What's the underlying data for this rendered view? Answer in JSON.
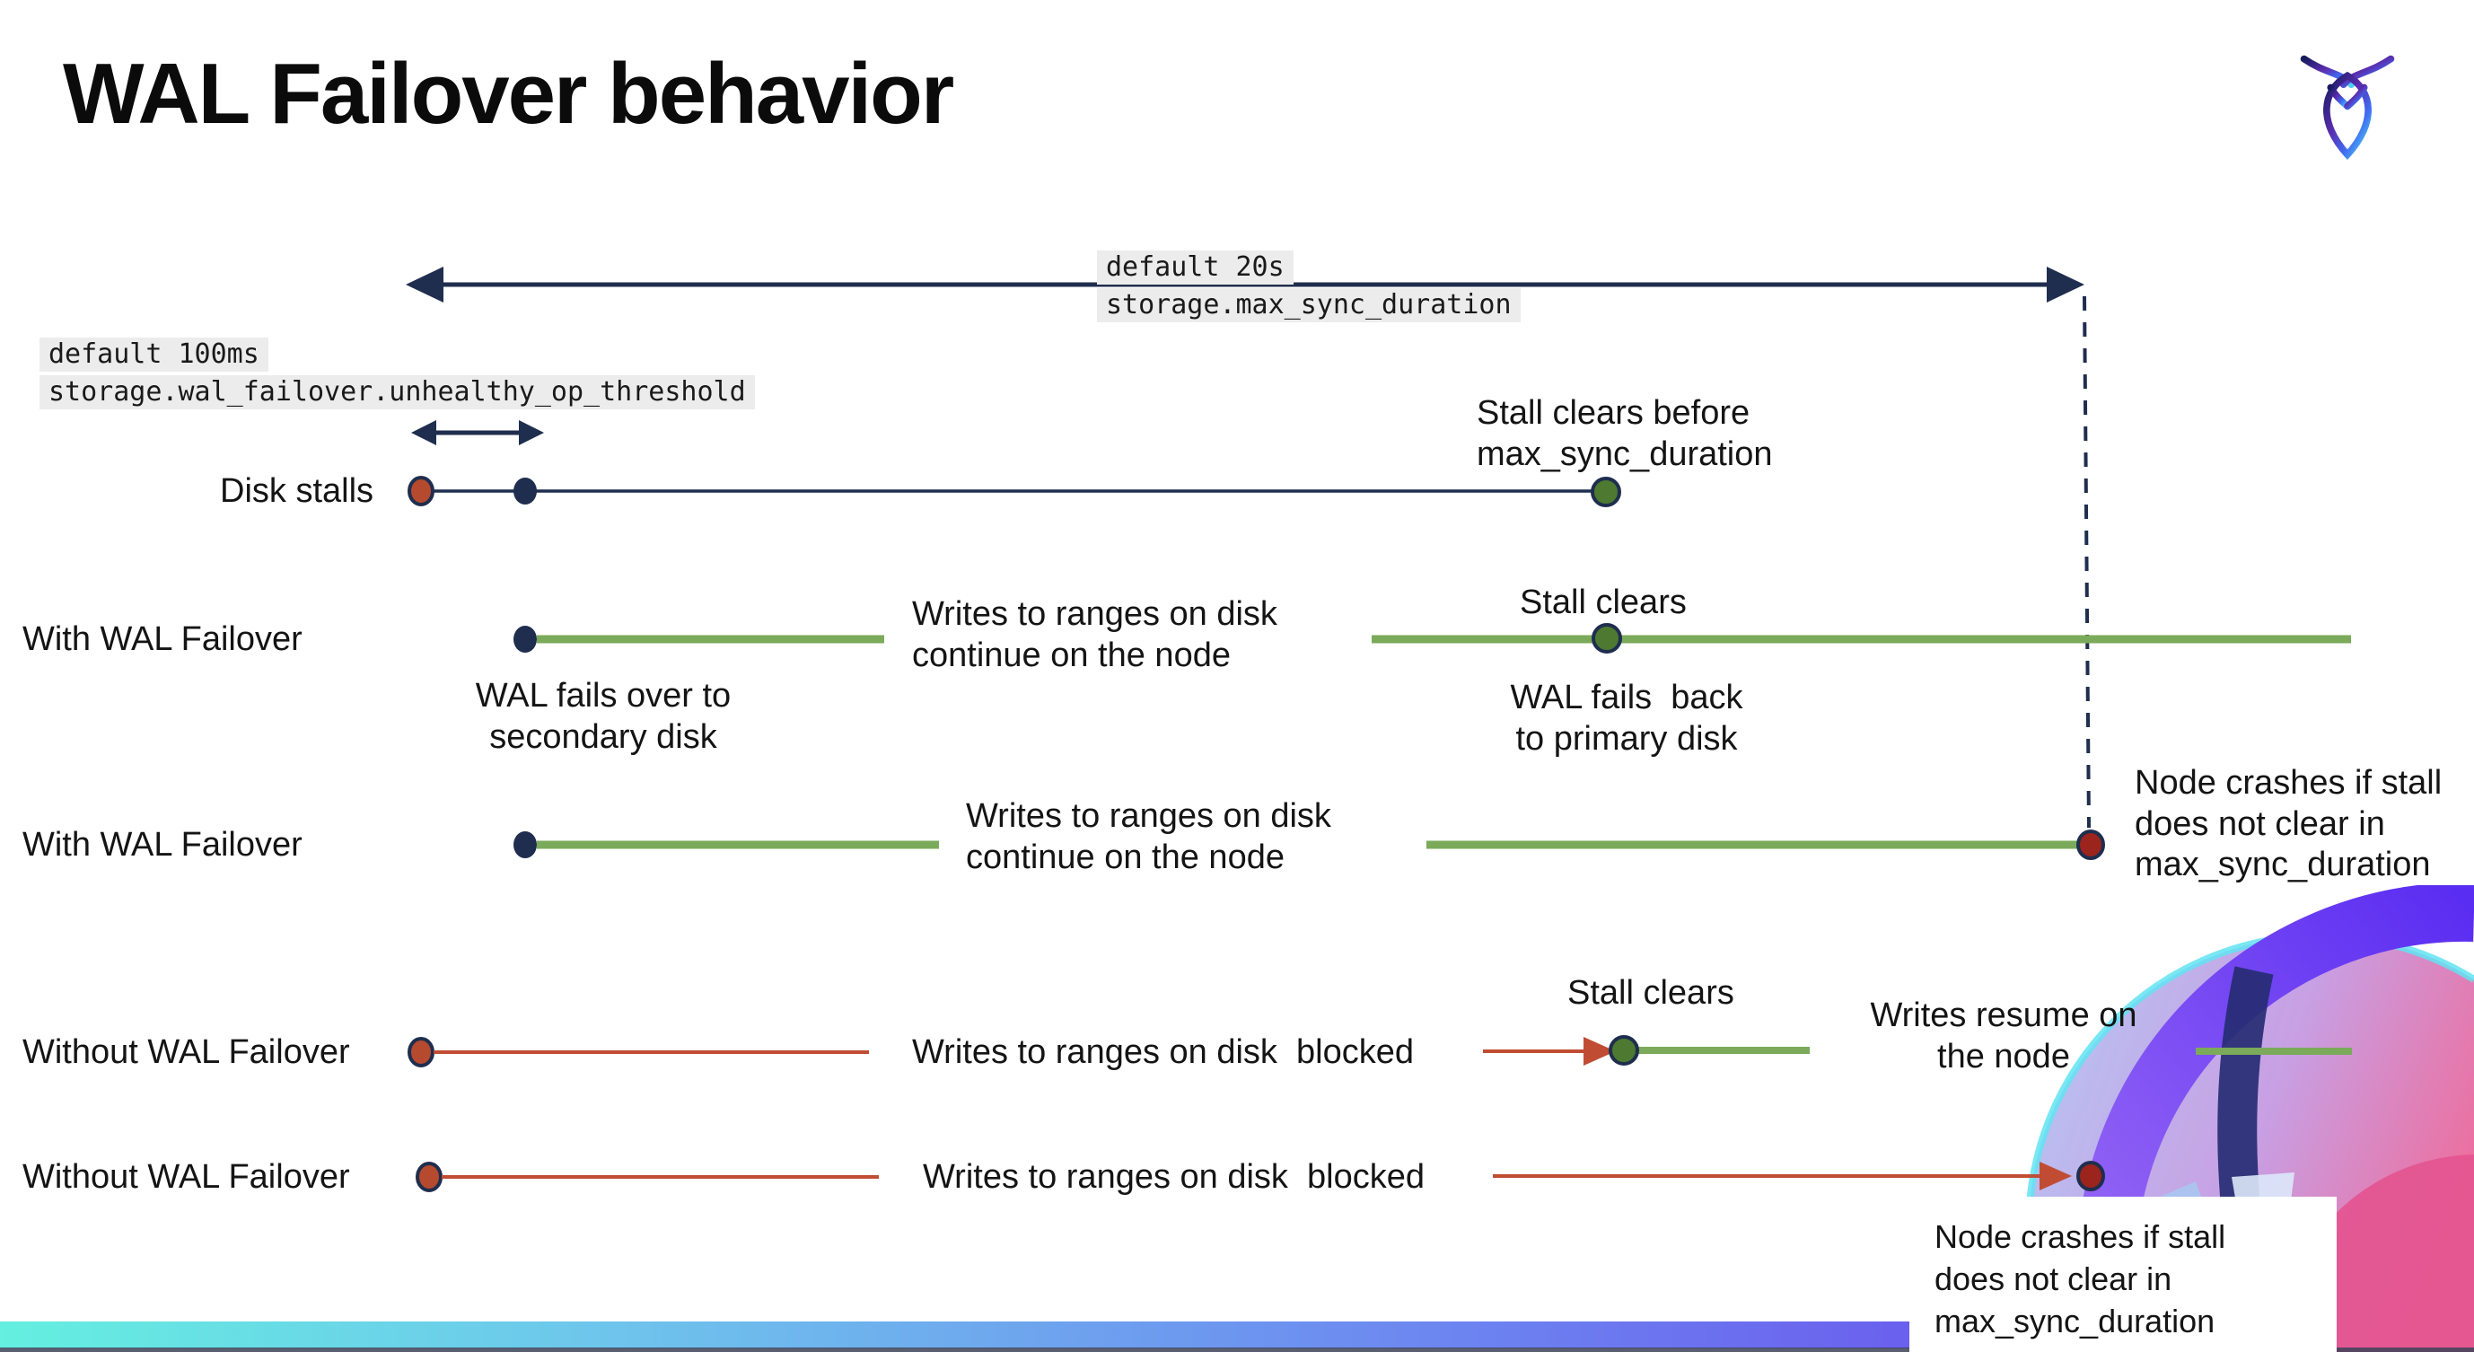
{
  "title": "WAL Failover behavior",
  "icons": {
    "logo": "cockroachdb-logo"
  },
  "settings": {
    "max_sync_duration": {
      "default_label": "default 20s",
      "setting_name": "storage.max_sync_duration"
    },
    "unhealthy_op_threshold": {
      "default_label": "default 100ms",
      "setting_name": "storage.wal_failover.unhealthy_op_threshold"
    }
  },
  "rows": {
    "disk_stalls": {
      "label": "Disk stalls",
      "stall_clears_note": "Stall clears before\nmax_sync_duration"
    },
    "with_wal_failover_1": {
      "label": "With WAL Failover",
      "writes_note": "Writes to ranges on disk\ncontinue on the node",
      "stall_clears": "Stall clears",
      "failover_note": "WAL fails over to\nsecondary disk",
      "failback_note": "WAL fails  back\nto primary disk"
    },
    "with_wal_failover_2": {
      "label": "With WAL Failover",
      "writes_note": "Writes to ranges on disk\ncontinue on the node",
      "crash_note": "Node crashes if stall\ndoes not clear in\nmax_sync_duration"
    },
    "without_wal_failover_1": {
      "label": "Without WAL Failover",
      "writes_note": "Writes to ranges on disk  blocked",
      "stall_clears": "Stall clears",
      "resume_note": "Writes resume on\nthe node"
    },
    "without_wal_failover_2": {
      "label": "Without WAL Failover",
      "writes_note": "Writes to ranges on disk  blocked",
      "crash_note": "Node crashes if stall\ndoes not clear in\nmax_sync_duration"
    }
  },
  "colors": {
    "navy": "#1f2e4e",
    "green_line": "#7aaa5a",
    "green_dot": "#4d7a30",
    "red_line": "#c04d33",
    "red_dot": "#b54a2e",
    "crash_dot": "#9b241d",
    "label_bg": "#ececec",
    "bar_gradient_left": "#64efe0",
    "bar_gradient_right": "#5c2ef5"
  }
}
